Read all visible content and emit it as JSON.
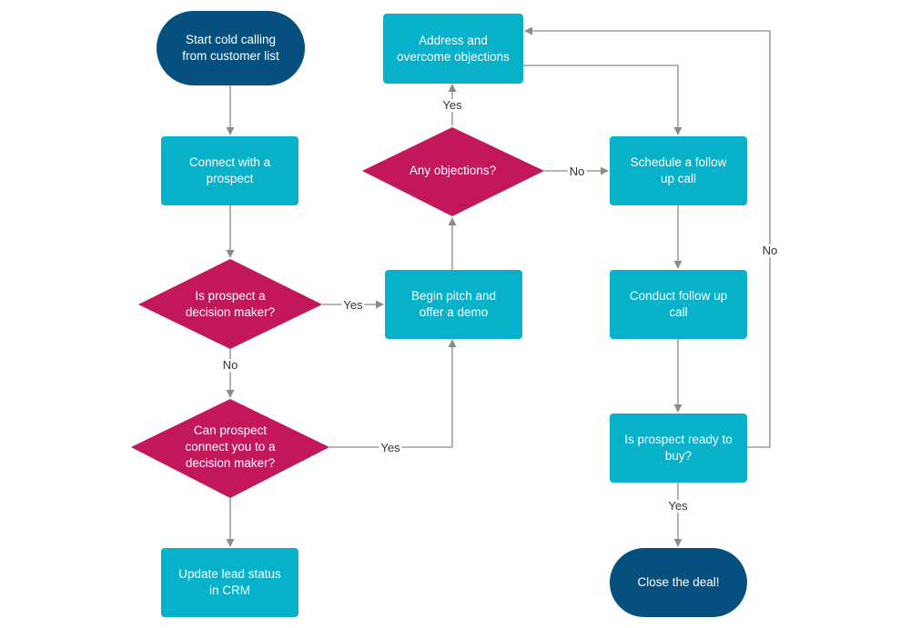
{
  "colors": {
    "process": "#06b1c9",
    "terminal": "#05507e",
    "decision": "#c2185b",
    "connector": "#8a8a8a"
  },
  "nodes": {
    "start": "Start cold calling\nfrom customer list",
    "connect": "Connect with a\nprospect",
    "decision_maker": "Is prospect a\ndecision maker?",
    "can_connect": "Can prospect\nconnect you to a\ndecision maker?",
    "update_crm": "Update lead status\nin CRM",
    "begin_pitch": "Begin pitch and\noffer a demo",
    "any_objections": "Any objections?",
    "address_objections": "Address and\novercome objections",
    "schedule_followup": "Schedule a follow\nup call",
    "conduct_followup": "Conduct follow up\ncall",
    "ready_to_buy": "Is prospect ready to\nbuy?",
    "close_deal": "Close the deal!"
  },
  "edge_labels": {
    "dm_yes": "Yes",
    "dm_no": "No",
    "can_yes": "Yes",
    "obj_yes": "Yes",
    "obj_no": "No",
    "ready_no": "No",
    "ready_yes": "Yes"
  }
}
